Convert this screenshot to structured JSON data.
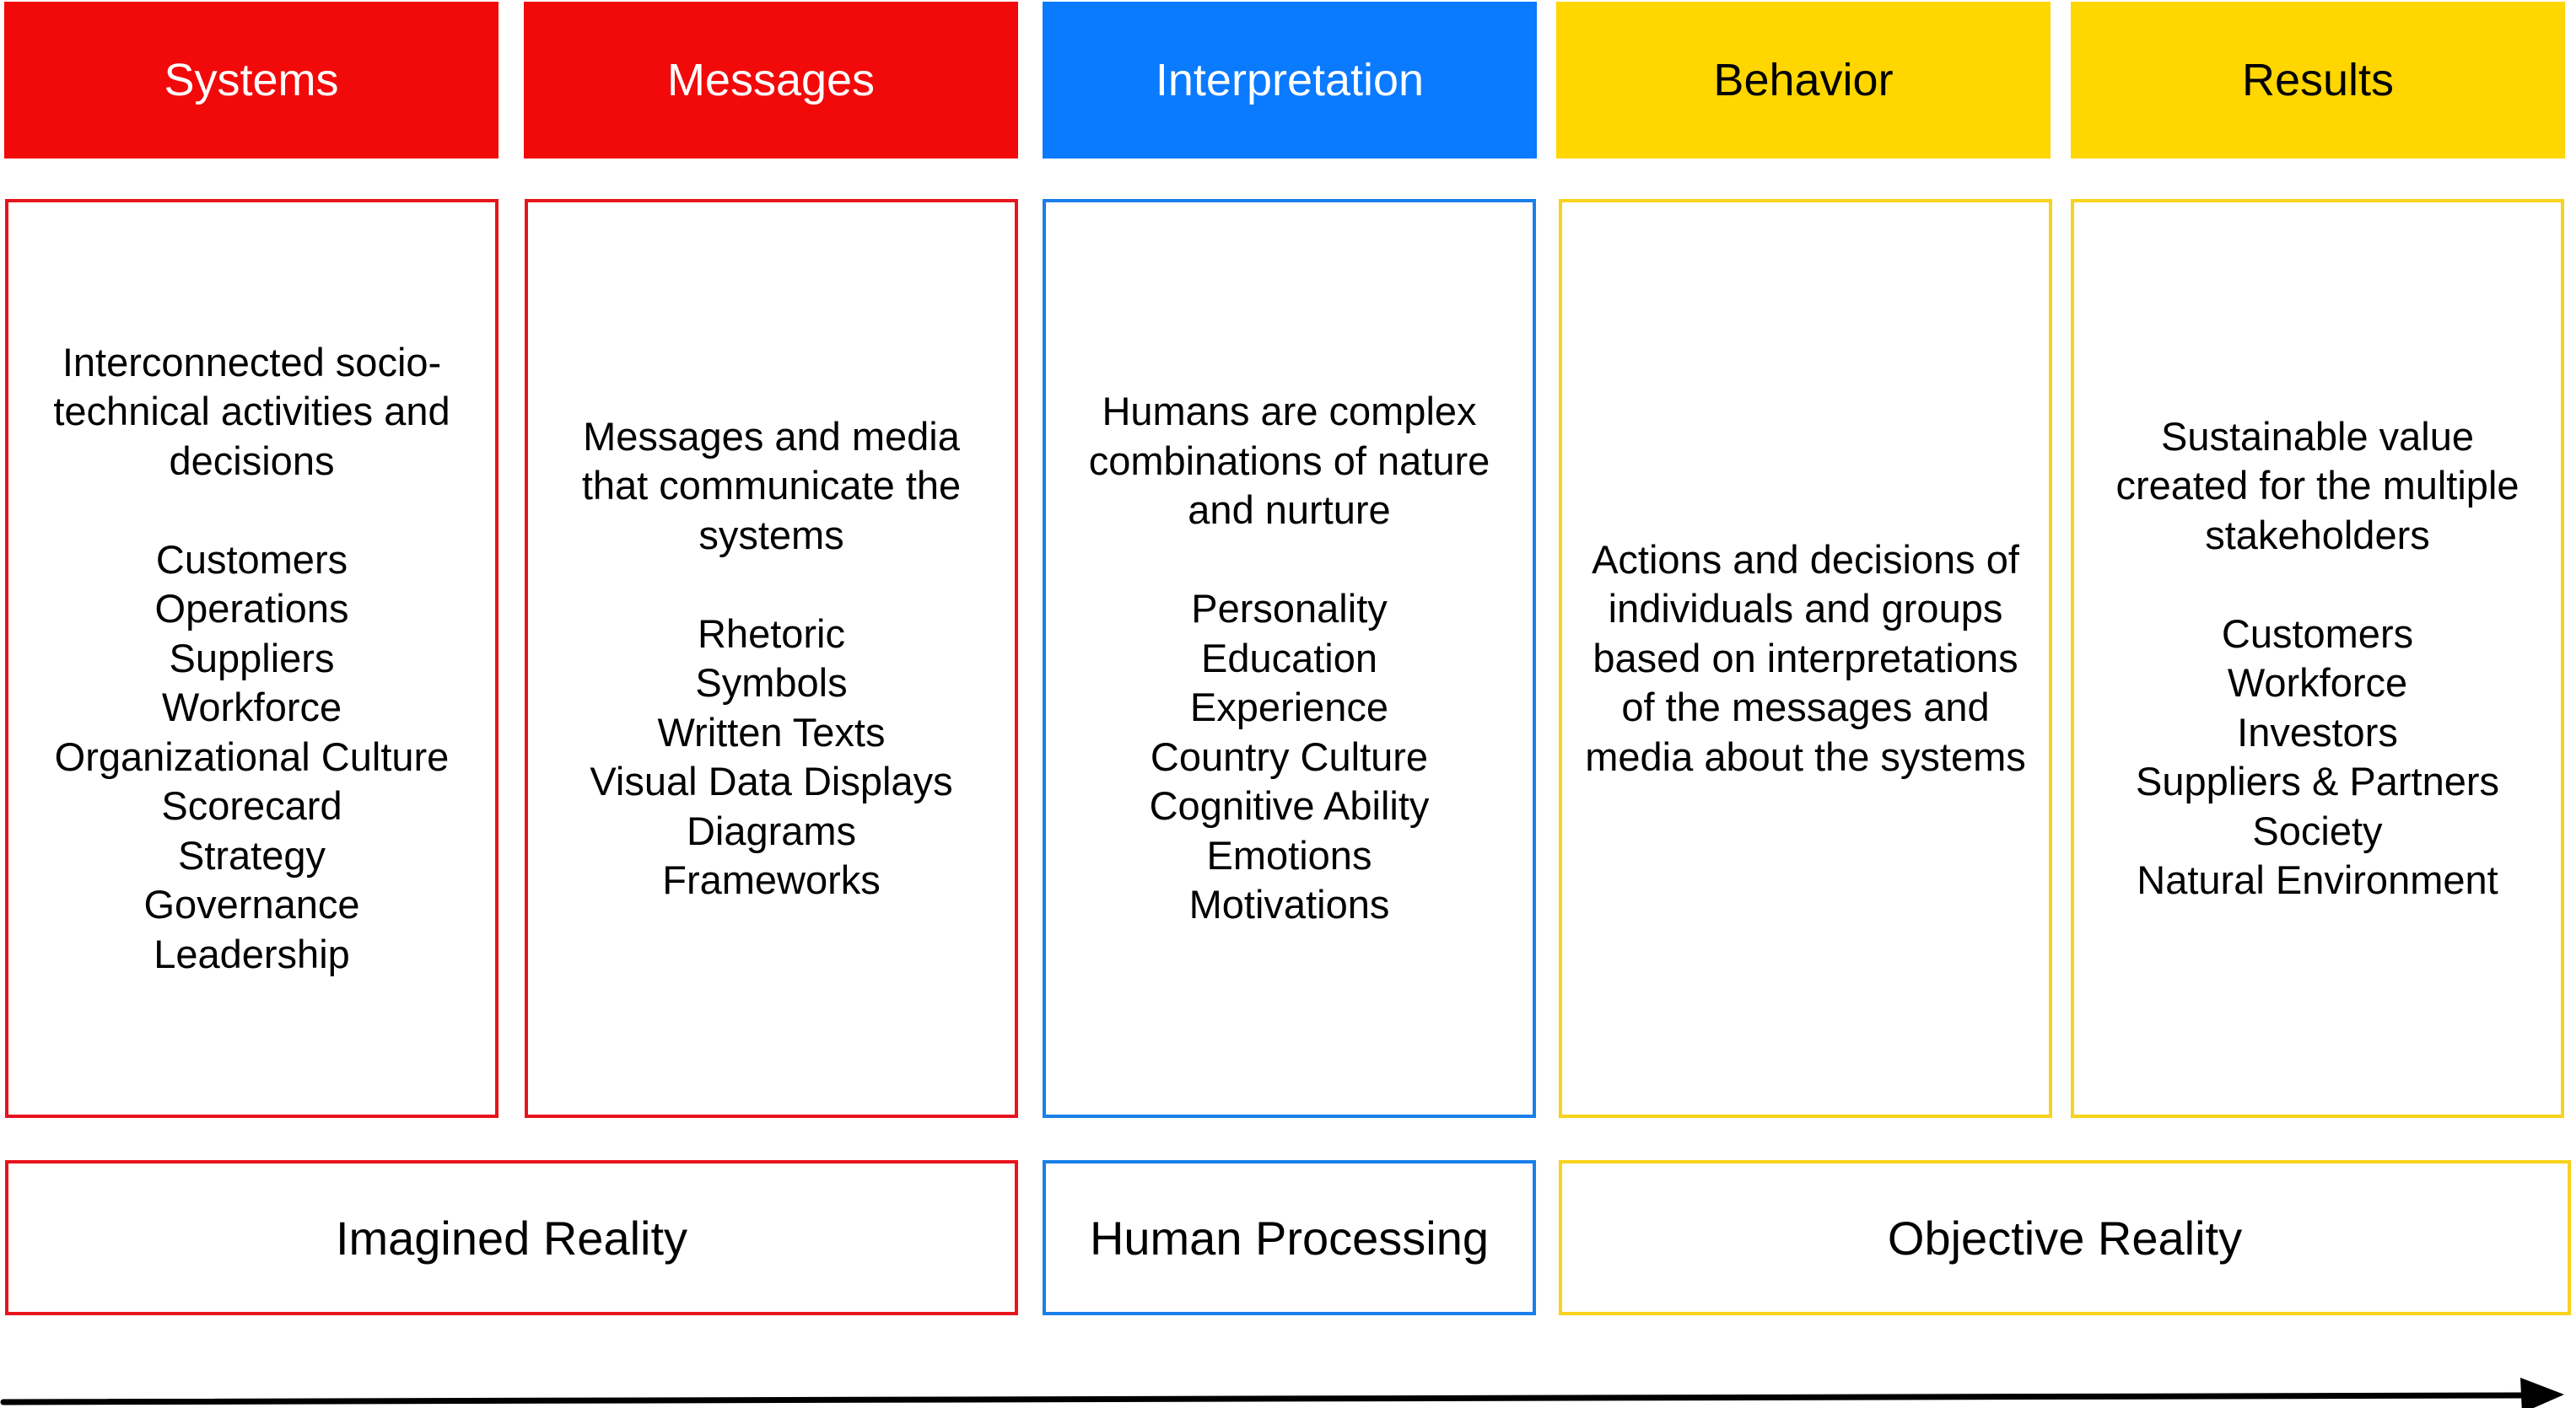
{
  "columns": [
    {
      "header": "Systems",
      "description": "Interconnected socio-technical activities and decisions",
      "items": [
        "Customers",
        "Operations",
        "Suppliers",
        "Workforce",
        "Organizational Culture",
        "Scorecard",
        "Strategy",
        "Governance",
        "Leadership"
      ],
      "color": "#f20a0a"
    },
    {
      "header": "Messages",
      "description": "Messages and media that communicate the systems",
      "items": [
        "Rhetoric",
        "Symbols",
        "Written Texts",
        "Visual Data Displays",
        "Diagrams",
        "Frameworks"
      ],
      "color": "#f20a0a"
    },
    {
      "header": "Interpretation",
      "description": "Humans are complex combinations of nature and nurture",
      "items": [
        "Personality",
        "Education",
        "Experience",
        "Country Culture",
        "Cognitive Ability",
        "Emotions",
        "Motivations"
      ],
      "color": "#0a7aff"
    },
    {
      "header": "Behavior",
      "description": "Actions and decisions of individuals and groups based on interpretations of the messages and media about the systems",
      "items": [],
      "color": "#ffd600"
    },
    {
      "header": "Results",
      "description": "Sustainable value created for the multiple stakeholders",
      "items": [
        "Customers",
        "Workforce",
        "Investors",
        "Suppliers & Partners",
        "Society",
        "Natural Environment"
      ],
      "color": "#ffd600"
    }
  ],
  "groups": [
    {
      "label": "Imagined Reality",
      "color": "#e8141b"
    },
    {
      "label": "Human Processing",
      "color": "#1a7fe8"
    },
    {
      "label": "Objective Reality",
      "color": "#f8d21c"
    }
  ]
}
